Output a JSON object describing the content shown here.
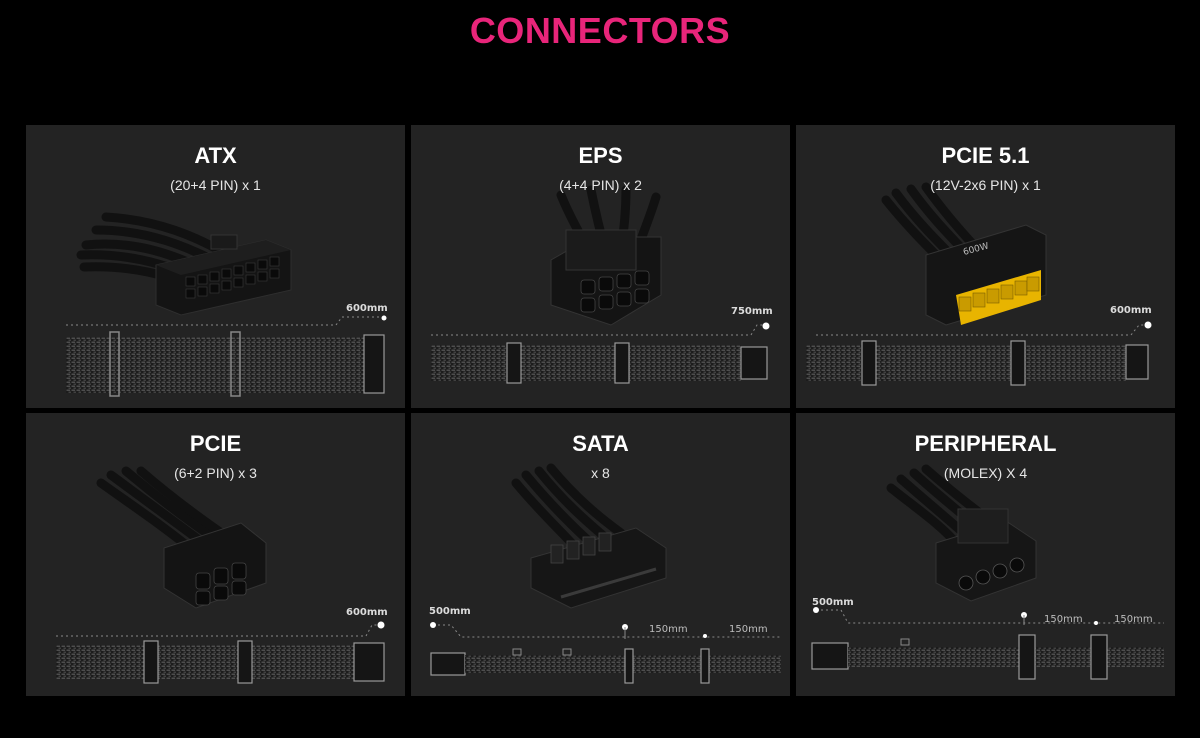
{
  "page": {
    "title": "CONNECTORS",
    "accent_color": "#e8257a",
    "card_color": "#232323"
  },
  "cards": [
    {
      "title": "ATX",
      "subtitle": "(20+4 PIN) x 1",
      "lengths": [
        "600mm"
      ],
      "icon": "atx-connector-icon"
    },
    {
      "title": "EPS",
      "subtitle": "(4+4 PIN) x 2",
      "lengths": [
        "750mm"
      ],
      "icon": "eps-connector-icon"
    },
    {
      "title": "PCIE 5.1",
      "subtitle": "(12V-2x6 PIN) x 1",
      "lengths": [
        "600mm"
      ],
      "connector_print": "600W",
      "icon": "12v-2x6-connector-icon"
    },
    {
      "title": "PCIE",
      "subtitle": "(6+2 PIN) x 3",
      "lengths": [
        "600mm"
      ],
      "icon": "pcie-connector-icon"
    },
    {
      "title": "SATA",
      "subtitle": "x 8",
      "lengths": [
        "500mm",
        "150mm",
        "150mm"
      ],
      "icon": "sata-connector-icon"
    },
    {
      "title": "PERIPHERAL",
      "subtitle": "(MOLEX) X 4",
      "lengths": [
        "500mm",
        "150mm",
        "150mm"
      ],
      "icon": "molex-connector-icon"
    }
  ]
}
